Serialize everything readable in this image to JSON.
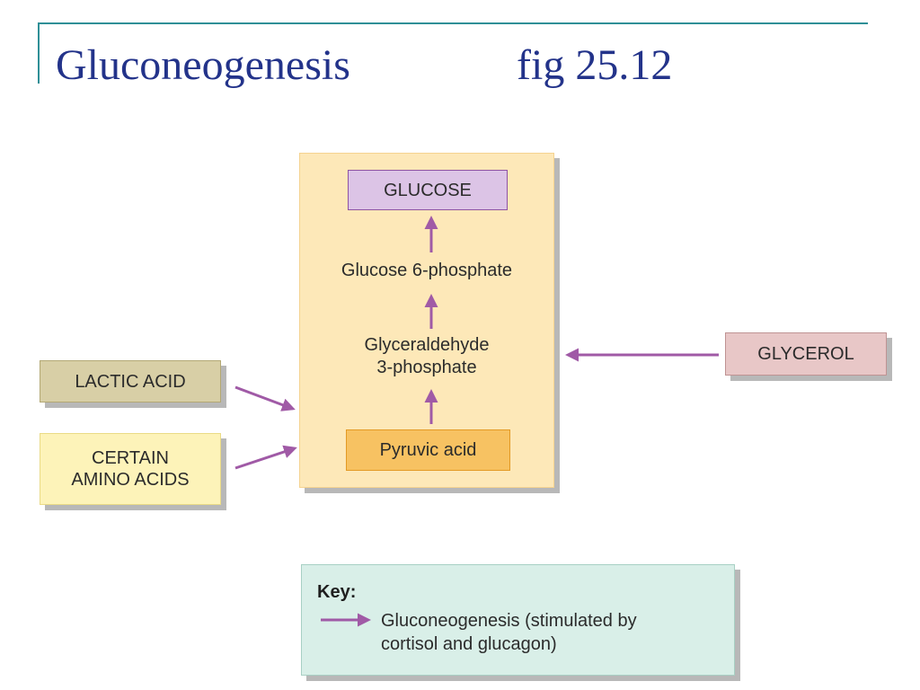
{
  "slide": {
    "title": "Gluconeogenesis",
    "figure_ref": "fig 25.12"
  },
  "diagram": {
    "pathway": {
      "top": "GLUCOSE",
      "step2": "Glucose 6-phosphate",
      "step3": "Glyceraldehyde\n3-phosphate",
      "bottom": "Pyruvic acid"
    },
    "inputs": {
      "lactic_acid": "LACTIC ACID",
      "amino_acids": "CERTAIN\nAMINO ACIDS",
      "glycerol": "GLYCEROL"
    },
    "colors": {
      "arrow": "#a05aa6",
      "panel": "#fde8b8",
      "glucose": "#dcc4e6",
      "pyruvic": "#f7c262",
      "lactic": "#d8cfa6",
      "amino": "#fdf3b9",
      "glycerol": "#e8c7c7",
      "key": "#d9efe8"
    }
  },
  "key": {
    "title": "Key:",
    "description": "Gluconeogenesis (stimulated by\ncortisol and glucagon)"
  }
}
